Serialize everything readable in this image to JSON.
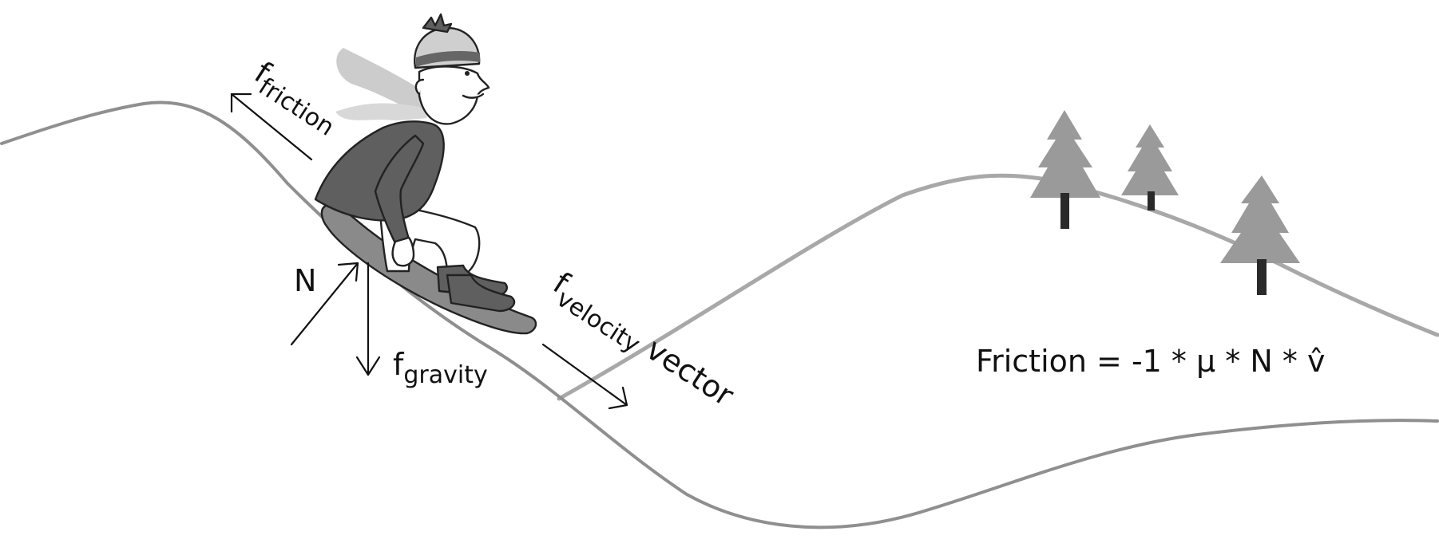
{
  "labels": {
    "friction_main": "f",
    "friction_sub": "friction",
    "normal": "N",
    "gravity_main": "f",
    "gravity_sub": "gravity",
    "velocity_main": "f",
    "velocity_sub": "velocity",
    "velocity_word": "vector"
  },
  "equation": {
    "prefix": "Friction = -1 * ",
    "mu": "μ",
    "mid": " * N * ",
    "vhat": "v̂"
  },
  "colors": {
    "hill_front": "#8f8f8f",
    "hill_back": "#a8a8a8",
    "trees": "#9a9a9a",
    "jacket": "#5f5f5f",
    "board": "#8a8a8a",
    "scarf": "#cccccc"
  }
}
